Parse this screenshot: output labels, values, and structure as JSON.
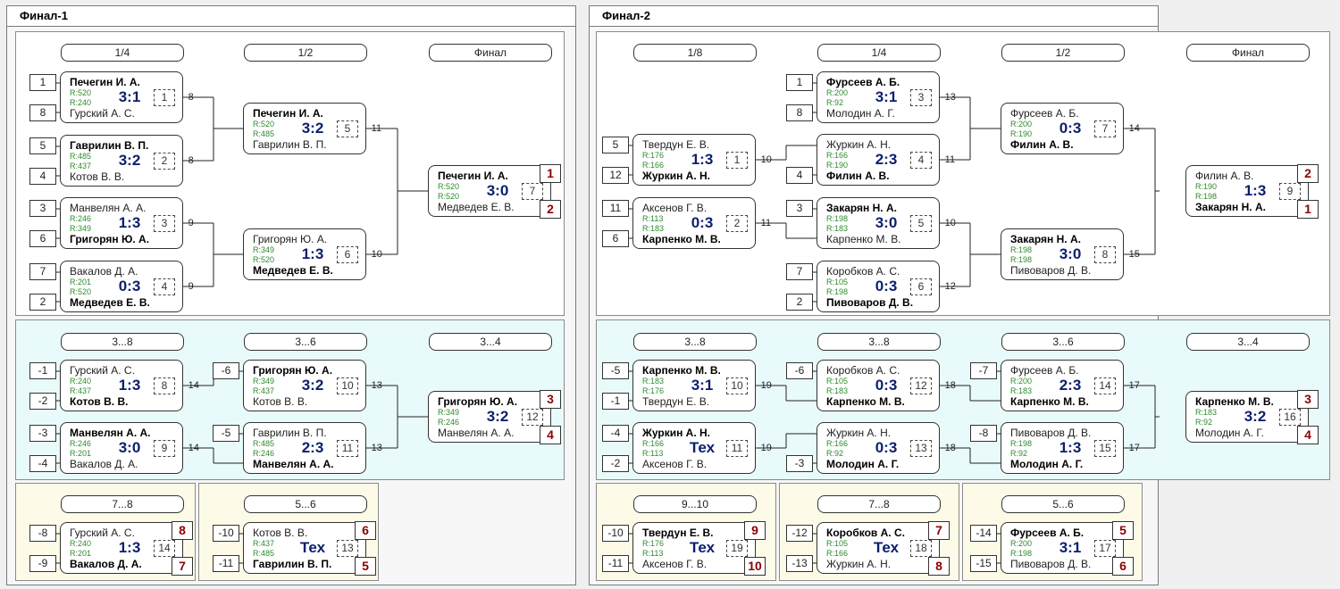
{
  "panels": [
    {
      "title": "Финал-1",
      "rounds_main": [
        "1/4",
        "1/2",
        "Финал"
      ],
      "rounds_cons": [
        "3...8",
        "3...6",
        "3...4"
      ],
      "rounds_pl": [
        "7...8",
        "5...6"
      ],
      "matches": [
        {
          "id": "f1m1",
          "p1": "Печегин И. А.",
          "p2": "Гурский А. С.",
          "w": 1,
          "r1": "R:520",
          "r2": "R:240",
          "score": "3:1",
          "no": "1",
          "s1": "1",
          "s2": "8",
          "loss": "-8"
        },
        {
          "id": "f1m2",
          "p1": "Гаврилин В. П.",
          "p2": "Котов В. В.",
          "w": 1,
          "r1": "R:485",
          "r2": "R:437",
          "score": "3:2",
          "no": "2",
          "s1": "5",
          "s2": "4",
          "loss": "-8"
        },
        {
          "id": "f1m3",
          "p1": "Манвелян А. А.",
          "p2": "Григорян Ю. А.",
          "w": 2,
          "r1": "R:246",
          "r2": "R:349",
          "score": "1:3",
          "no": "3",
          "s1": "3",
          "s2": "6",
          "loss": "-9"
        },
        {
          "id": "f1m4",
          "p1": "Вакалов Д. А.",
          "p2": "Медведев Е. В.",
          "w": 2,
          "r1": "R:201",
          "r2": "R:520",
          "score": "0:3",
          "no": "4",
          "s1": "7",
          "s2": "2",
          "loss": "-9"
        },
        {
          "id": "f1m5",
          "p1": "Печегин И. А.",
          "p2": "Гаврилин В. П.",
          "w": 1,
          "r1": "R:520",
          "r2": "R:485",
          "score": "3:2",
          "no": "5",
          "loss": "-11"
        },
        {
          "id": "f1m6",
          "p1": "Григорян Ю. А.",
          "p2": "Медведев Е. В.",
          "w": 2,
          "r1": "R:349",
          "r2": "R:520",
          "score": "1:3",
          "no": "6",
          "loss": "-10"
        },
        {
          "id": "f1m7",
          "p1": "Печегин И. А.",
          "p2": "Медведев Е. В.",
          "w": 1,
          "r1": "R:520",
          "r2": "R:520",
          "score": "3:0",
          "no": "7",
          "place1": "1",
          "place2": "2"
        },
        {
          "id": "f1m8",
          "p1": "Гурский А. С.",
          "p2": "Котов В. В.",
          "w": 2,
          "r1": "R:240",
          "r2": "R:437",
          "score": "1:3",
          "no": "8",
          "s1": "-1",
          "s2": "-2",
          "loss": "-14"
        },
        {
          "id": "f1m9",
          "p1": "Манвелян А. А.",
          "p2": "Вакалов Д. А.",
          "w": 1,
          "r1": "R:246",
          "r2": "R:201",
          "score": "3:0",
          "no": "9",
          "s1": "-3",
          "s2": "-4",
          "loss": "-14"
        },
        {
          "id": "f1m10",
          "p1": "Григорян Ю. А.",
          "p2": "Котов В. В.",
          "w": 1,
          "r1": "R:349",
          "r2": "R:437",
          "score": "3:2",
          "no": "10",
          "s1": "-6",
          "loss": "-13"
        },
        {
          "id": "f1m11",
          "p1": "Гаврилин В. П.",
          "p2": "Манвелян А. А.",
          "w": 2,
          "r1": "R:485",
          "r2": "R:246",
          "score": "2:3",
          "no": "11",
          "s1": "-5",
          "loss": "-13"
        },
        {
          "id": "f1m12",
          "p1": "Григорян Ю. А.",
          "p2": "Манвелян А. А.",
          "w": 1,
          "r1": "R:349",
          "r2": "R:246",
          "score": "3:2",
          "no": "12",
          "place1": "3",
          "place2": "4"
        },
        {
          "id": "f1m14",
          "p1": "Гурский А. С.",
          "p2": "Вакалов Д. А.",
          "w": 2,
          "r1": "R:240",
          "r2": "R:201",
          "score": "1:3",
          "no": "14",
          "s1": "-8",
          "s2": "-9",
          "place1": "8",
          "place2": "7"
        },
        {
          "id": "f1m13",
          "p1": "Котов В. В.",
          "p2": "Гаврилин В. П.",
          "w": 2,
          "r1": "R:437",
          "r2": "R:485",
          "score": "Тех",
          "no": "13",
          "s1": "-10",
          "s2": "-11",
          "place1": "6",
          "place2": "5"
        }
      ]
    },
    {
      "title": "Финал-2",
      "rounds_main": [
        "1/8",
        "1/4",
        "1/2",
        "Финал"
      ],
      "rounds_cons": [
        "3...8",
        "3...8",
        "3...6",
        "3...4"
      ],
      "rounds_pl": [
        "9...10",
        "7...8",
        "5...6"
      ],
      "matches": [
        {
          "id": "f2m1",
          "p1": "Твердун Е. В.",
          "p2": "Журкин А. Н.",
          "w": 2,
          "r1": "R:176",
          "r2": "R:166",
          "score": "1:3",
          "no": "1",
          "s1": "5",
          "s2": "12",
          "loss": "-10"
        },
        {
          "id": "f2m2",
          "p1": "Аксенов Г. В.",
          "p2": "Карпенко М. В.",
          "w": 2,
          "r1": "R:113",
          "r2": "R:183",
          "score": "0:3",
          "no": "2",
          "s1": "11",
          "s2": "6",
          "loss": "-11"
        },
        {
          "id": "f2m3",
          "p1": "Фурсеев А. Б.",
          "p2": "Молодин А. Г.",
          "w": 1,
          "r1": "R:200",
          "r2": "R:92",
          "score": "3:1",
          "no": "3",
          "s1": "1",
          "s2": "8",
          "loss": "-13"
        },
        {
          "id": "f2m4",
          "p1": "Журкин А. Н.",
          "p2": "Филин А. В.",
          "w": 2,
          "r1": "R:166",
          "r2": "R:190",
          "score": "2:3",
          "no": "4",
          "s2": "4",
          "loss": "-11"
        },
        {
          "id": "f2m5",
          "p1": "Закарян Н. А.",
          "p2": "Карпенко М. В.",
          "w": 1,
          "r1": "R:198",
          "r2": "R:183",
          "score": "3:0",
          "no": "5",
          "s1": "3",
          "loss": "-10"
        },
        {
          "id": "f2m6",
          "p1": "Коробков А. С.",
          "p2": "Пивоваров Д. В.",
          "w": 2,
          "r1": "R:105",
          "r2": "R:198",
          "score": "0:3",
          "no": "6",
          "s1": "7",
          "s2": "2",
          "loss": "-12"
        },
        {
          "id": "f2m7",
          "p1": "Фурсеев А. Б.",
          "p2": "Филин А. В.",
          "w": 2,
          "r1": "R:200",
          "r2": "R:190",
          "score": "0:3",
          "no": "7",
          "loss": "-14"
        },
        {
          "id": "f2m8",
          "p1": "Закарян Н. А.",
          "p2": "Пивоваров Д. В.",
          "w": 1,
          "r1": "R:198",
          "r2": "R:198",
          "score": "3:0",
          "no": "8",
          "loss": "-15"
        },
        {
          "id": "f2m9",
          "p1": "Филин А. В.",
          "p2": "Закарян Н. А.",
          "w": 2,
          "r1": "R:190",
          "r2": "R:198",
          "score": "1:3",
          "no": "9",
          "place1": "2",
          "place2": "1"
        },
        {
          "id": "f2m10",
          "p1": "Карпенко М. В.",
          "p2": "Твердун Е. В.",
          "w": 1,
          "r1": "R:183",
          "r2": "R:176",
          "score": "3:1",
          "no": "10",
          "s1": "-5",
          "s2": "-1",
          "loss": "-19"
        },
        {
          "id": "f2m11",
          "p1": "Журкин А. Н.",
          "p2": "Аксенов Г. В.",
          "w": 1,
          "r1": "R:166",
          "r2": "R:113",
          "score": "Тех",
          "no": "11",
          "s1": "-4",
          "s2": "-2",
          "loss": "-19"
        },
        {
          "id": "f2m12",
          "p1": "Коробков А. С.",
          "p2": "Карпенко М. В.",
          "w": 2,
          "r1": "R:105",
          "r2": "R:183",
          "score": "0:3",
          "no": "12",
          "s1": "-6",
          "loss": "-18"
        },
        {
          "id": "f2m13",
          "p1": "Журкин А. Н.",
          "p2": "Молодин А. Г.",
          "w": 2,
          "r1": "R:166",
          "r2": "R:92",
          "score": "0:3",
          "no": "13",
          "s2": "-3",
          "loss": "-18"
        },
        {
          "id": "f2m14",
          "p1": "Фурсеев А. Б.",
          "p2": "Карпенко М. В.",
          "w": 2,
          "r1": "R:200",
          "r2": "R:183",
          "score": "2:3",
          "no": "14",
          "s1": "-7",
          "loss": "-17"
        },
        {
          "id": "f2m15",
          "p1": "Пивоваров Д. В.",
          "p2": "Молодин А. Г.",
          "w": 2,
          "r1": "R:198",
          "r2": "R:92",
          "score": "1:3",
          "no": "15",
          "s1": "-8",
          "loss": "-17"
        },
        {
          "id": "f2m16",
          "p1": "Карпенко М. В.",
          "p2": "Молодин А. Г.",
          "w": 1,
          "r1": "R:183",
          "r2": "R:92",
          "score": "3:2",
          "no": "16",
          "place1": "3",
          "place2": "4"
        },
        {
          "id": "f2m19",
          "p1": "Твердун Е. В.",
          "p2": "Аксенов Г. В.",
          "w": 1,
          "r1": "R:176",
          "r2": "R:113",
          "score": "Тех",
          "no": "19",
          "s1": "-10",
          "s2": "-11",
          "place1": "9",
          "place2": "10"
        },
        {
          "id": "f2m18",
          "p1": "Коробков А. С.",
          "p2": "Журкин А. Н.",
          "w": 1,
          "r1": "R:105",
          "r2": "R:166",
          "score": "Тех",
          "no": "18",
          "s1": "-12",
          "s2": "-13",
          "place1": "7",
          "place2": "8"
        },
        {
          "id": "f2m17",
          "p1": "Фурсеев А. Б.",
          "p2": "Пивоваров Д. В.",
          "w": 1,
          "r1": "R:200",
          "r2": "R:198",
          "score": "3:1",
          "no": "17",
          "s1": "-14",
          "s2": "-15",
          "place1": "5",
          "place2": "6"
        }
      ]
    }
  ]
}
